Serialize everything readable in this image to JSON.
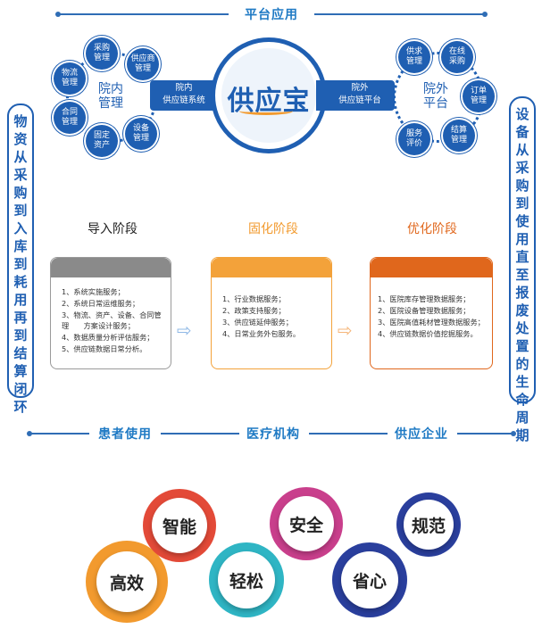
{
  "header": {
    "title": "平台应用"
  },
  "left_cluster": {
    "center_label": "院内\n管理",
    "nodes": [
      "采购\n管理",
      "供应商\n管理",
      "物流\n管理",
      "合同\n管理",
      "固定\n资产",
      "设备\n管理"
    ],
    "link_label": "院内\n供应链系统"
  },
  "right_cluster": {
    "center_label": "院外\n平台",
    "nodes": [
      "供求\n管理",
      "在线\n采购",
      "订单\n管理",
      "结算\n管理",
      "服务\n评价"
    ],
    "link_label": "院外\n供应链平台"
  },
  "logo": {
    "text": "供应宝"
  },
  "left_banner": "物资从采购到入库到耗用再到结算闭环",
  "right_banner": "设备从采购到使用直至报废处置的生命周期",
  "stages": [
    {
      "title": "导入阶段",
      "color": "#8a8a8a",
      "items": [
        "1、系统实施服务；",
        "2、系统日常运维服务；",
        "3、物流、资产、设备、合同管理　　方案设计服务；",
        "4、数据质量分析评估服务；",
        "5、供应链数据日常分析。"
      ]
    },
    {
      "title": "固化阶段",
      "color": "#f3a23a",
      "items": [
        "1、行业数据服务；",
        "2、政策支持服务；",
        "3、供应链延伸服务；",
        "4、日常业务外包服务。"
      ]
    },
    {
      "title": "优化阶段",
      "color": "#e0671c",
      "items": [
        "1、医院库存管理数据服务；",
        "2、医院设备管理数据服务；",
        "3、医院高值耗材管理数据服务；",
        "4、供应链数据价值挖掘服务。"
      ]
    }
  ],
  "users_row": [
    "患者使用",
    "医疗机构",
    "供应企业"
  ],
  "values": [
    "高效",
    "智能",
    "轻松",
    "安全",
    "省心",
    "规范"
  ],
  "colors": {
    "blue": "#1f5fb2",
    "orange": "#f29a2e",
    "red": "#e34a38",
    "teal": "#2fb5c4",
    "pink": "#c93f8c",
    "navy": "#2a3f9d"
  }
}
